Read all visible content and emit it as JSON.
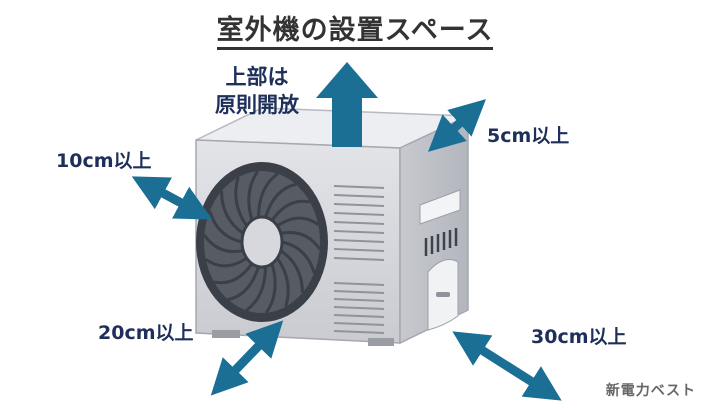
{
  "title": "室外機の設置スペース",
  "labels": {
    "top": [
      "上部は",
      "原則開放"
    ],
    "left": "10cm以上",
    "back": "5cm以上",
    "front_left": "20cm以上",
    "front_right": "30cm以上"
  },
  "credit": "新電力ベスト",
  "colors": {
    "arrow": "#1b6f95",
    "label": "#1e2f5a",
    "unit_body": "#d9dadf",
    "unit_top": "#eceef1",
    "fan": "#3b3f47"
  },
  "icons": [
    "arrow-up",
    "arrow-double-diagonal",
    "outdoor-unit"
  ]
}
